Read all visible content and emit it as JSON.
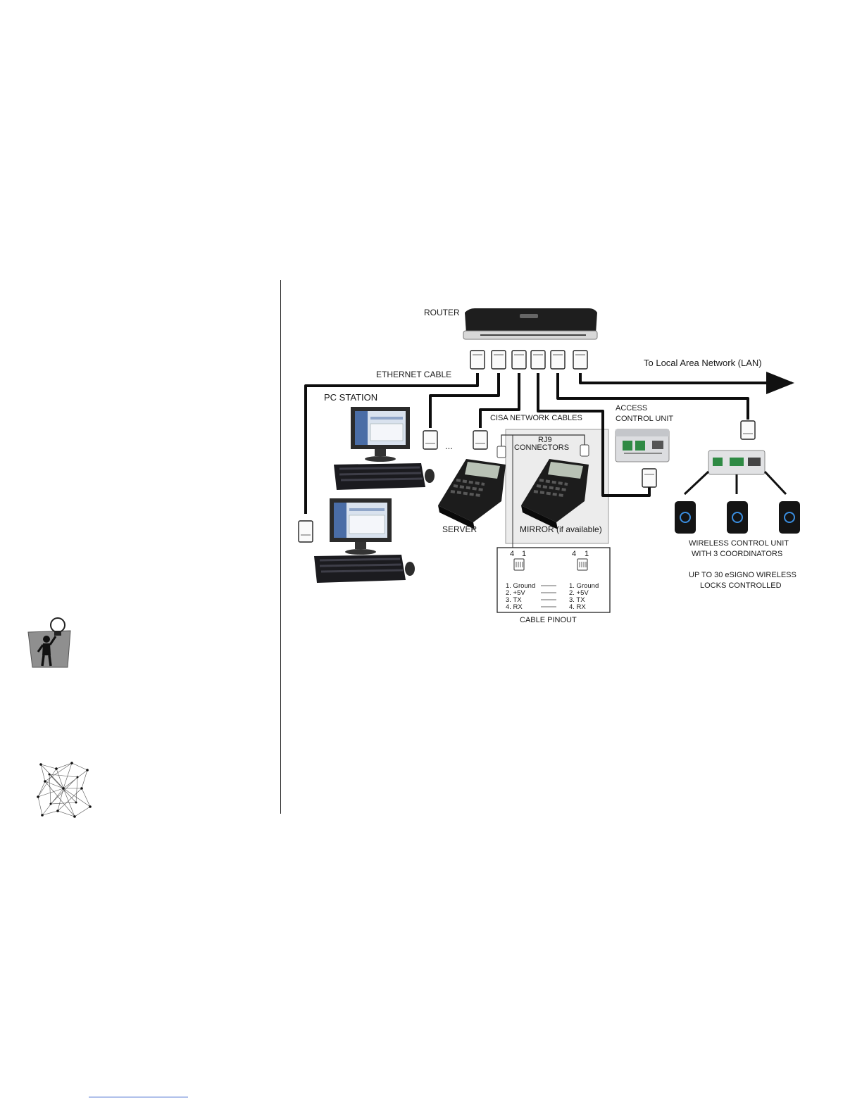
{
  "diagram": {
    "labels": {
      "router": "ROUTER",
      "ethernet_cable": "ETHERNET CABLE",
      "lan": "To Local Area Network (LAN)",
      "pc_station": "PC STATION",
      "cisa_cables": "CISA NETWORK CABLES",
      "access_line1": "ACCESS",
      "access_line2": "CONTROL UNIT",
      "rj9_line1": "RJ9",
      "rj9_line2": "CONNECTORS",
      "ellipsis": "...",
      "server": "SERVER",
      "mirror": "MIRROR (if available)",
      "wireless_line1": "WIRELESS CONTROL UNIT",
      "wireless_line2": "WITH 3 COORDINATORS",
      "locks_line1": "UP TO 30 eSIGNO WIRELESS",
      "locks_line2": "LOCKS CONTROLLED",
      "cable_pinout": "CABLE PINOUT"
    },
    "pinout": {
      "left_pin_hi": "4",
      "left_pin_lo": "1",
      "right_pin_hi": "4",
      "right_pin_lo": "1",
      "left": [
        "1. Ground",
        "2. +5V",
        "3. TX",
        "4. RX"
      ],
      "right": [
        "1. Ground",
        "2. +5V",
        "3. TX",
        "4. RX"
      ]
    }
  },
  "colors": {
    "rule": "#222222",
    "footnote_rule": "#2a55c8",
    "mirror_panel": "#ececec"
  },
  "icons": [
    "lightbulb-idea-icon",
    "network-mesh-icon"
  ]
}
